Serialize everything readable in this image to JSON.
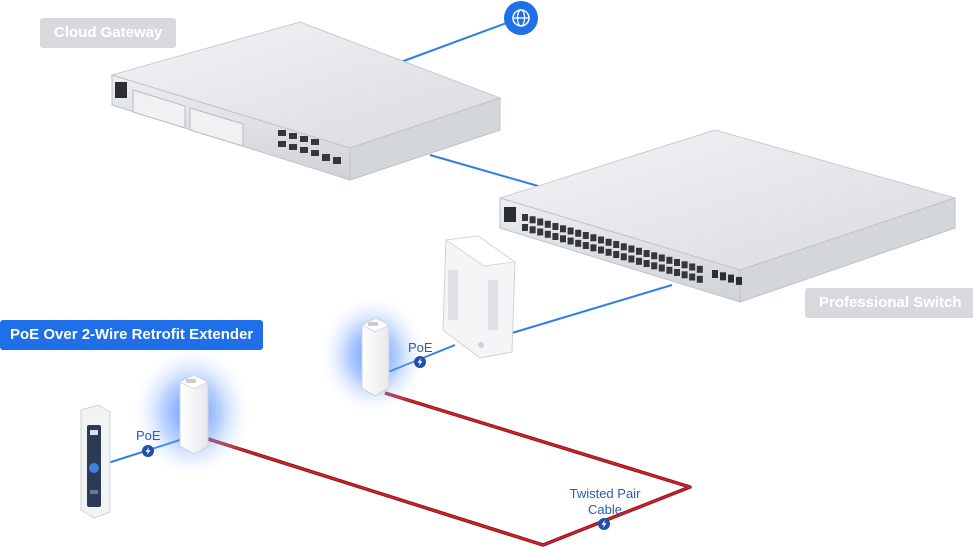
{
  "labels": {
    "cloud_gateway": "Cloud Gateway",
    "professional_switch": "Professional Switch",
    "poe_extender": "PoE Over 2-Wire Retrofit Extender",
    "poe_left": "PoE",
    "poe_right": "PoE",
    "twisted_pair_line1": "Twisted Pair",
    "twisted_pair_line2": "Cable"
  },
  "colors": {
    "accent": "#1f6fe8",
    "link_line": "#2f7fe6",
    "cable_red": "#d21f2a",
    "device_gray": "#e4e6e9",
    "tag_gray": "#d7d9dc"
  },
  "icons": {
    "internet": "globe-icon",
    "poe": "lightning-bolt-icon"
  }
}
